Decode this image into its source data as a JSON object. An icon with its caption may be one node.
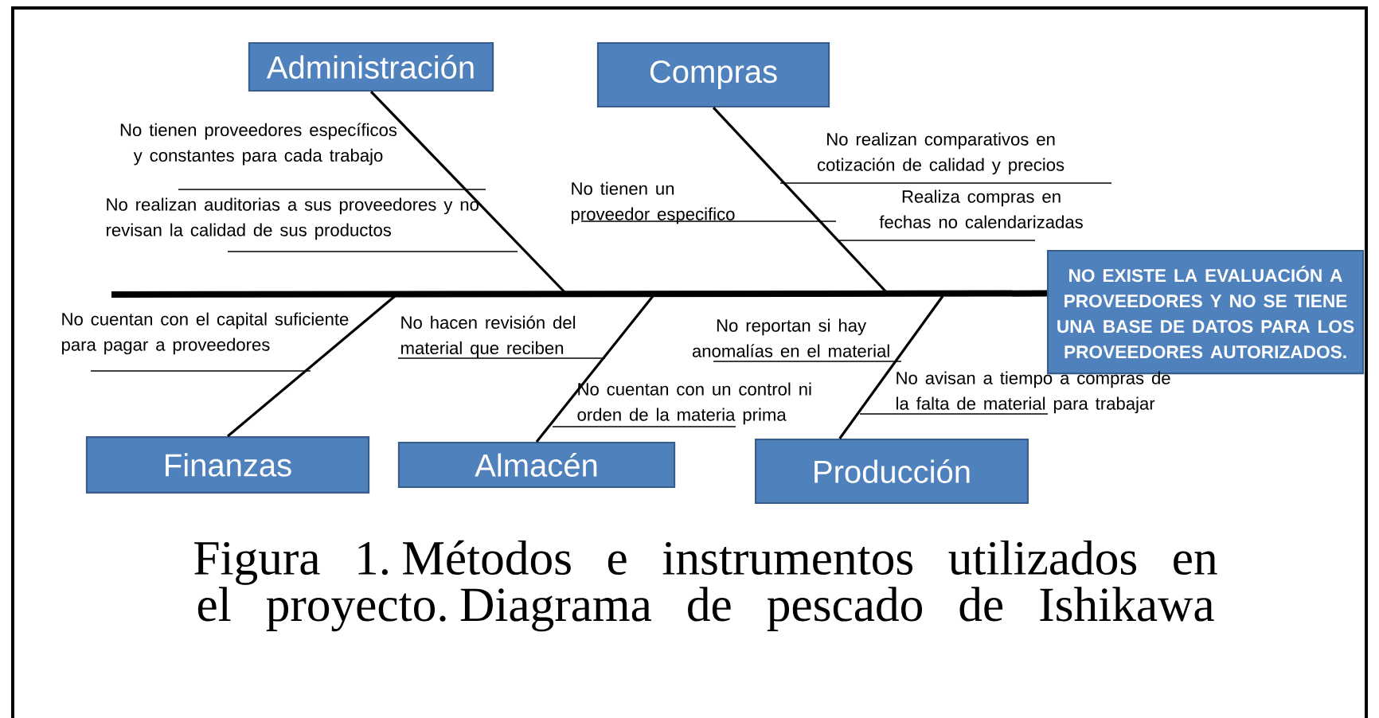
{
  "diagram": {
    "caption": "Figura 1. Métodos e instrumentos utilizados en el proyecto. Diagrama de pescado de Ishikawa",
    "nodes": [
      {
        "text": [
          "Administración"
        ]
      },
      {
        "text": [
          "Compras"
        ]
      },
      {
        "text": [
          "Finanzas"
        ]
      },
      {
        "text": [
          "Almacén"
        ]
      },
      {
        "text": [
          "Producción"
        ]
      },
      {
        "text": [
          "NO EXISTE LA EVALUACIÓN A PROVEEDORES Y NO SE TIENE UNA BASE DE DATOS PARA LOS PROVEEDORES AUTORIZADOS."
        ]
      }
    ],
    "edges": [
      {
        "from": 0,
        "to": null,
        "arrow": "none"
      },
      {
        "from": 1,
        "to": null,
        "arrow": "none"
      },
      {
        "from": 2,
        "to": null,
        "arrow": "none"
      },
      {
        "from": 3,
        "to": null,
        "arrow": "none"
      },
      {
        "from": 4,
        "to": null,
        "arrow": "none"
      },
      {
        "from": null,
        "to": 5,
        "arrow": "none",
        "style": "thick"
      }
    ],
    "labels": [
      "No tienen proveedores específicos y constantes para cada trabajo",
      "No realizan auditorias a sus proveedores y no revisan la calidad de sus productos",
      "No tienen un proveedor especifico",
      "No realizan comparativos en cotización de calidad y precios",
      "Realiza compras en fechas no calendarizadas",
      "No cuentan con el capital suficiente para pagar a proveedores",
      "No hacen revisión del material que reciben",
      "No reportan si hay anomalías en el material",
      "No cuentan con un control ni orden de la materia prima",
      "No avisan a tiempo a compras de la falta de material para trabajar"
    ]
  }
}
